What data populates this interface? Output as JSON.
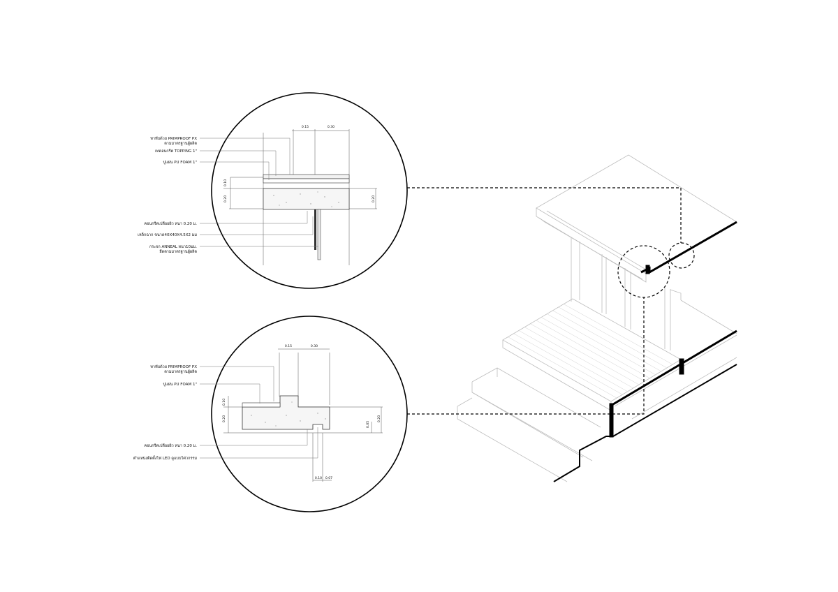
{
  "detail_top": {
    "labels": {
      "waterproof_1": "ทาทับด้วย PRIMPROOF PX",
      "waterproof_2": "ตามมาตรฐานผู้ผลิต",
      "topping": "เทคอนกรีต TOPPING 1\"",
      "pu_foam": "ปูแผ่น PU FOAM 1\"",
      "concrete": "คอนกรีตเปลือยผิว หนา 0.20 ม.",
      "steel": "เหล็กฉาก ขนาด40X40X4.5X2 มม",
      "glass_1": "กระจก ANNEAL หนา10มม.",
      "glass_2": "ยึดตามมาตรฐานผู้ผลิต"
    },
    "dims": {
      "d1": "0.15",
      "d2": "0.30",
      "d3": "0.10",
      "d4": "0.20",
      "d5": "0.20"
    }
  },
  "detail_bottom": {
    "labels": {
      "waterproof_1": "ทาทับด้วย PRIMPROOF PX",
      "waterproof_2": "ตามมาตรฐานผู้ผลิต",
      "pu_foam": "ปูแผ่น PU FOAM 1\"",
      "concrete": "คอนกรีตเปลือยผิว หนา 0.20 ม.",
      "led": "ตำแหน่งติดตั้งไฟ LED ดูแบบวิศวกรรม"
    },
    "dims": {
      "d1": "0.15",
      "d2": "0.30",
      "d3": "0.10",
      "d4": "0.20",
      "d5": "0.05",
      "d6": "0.20",
      "d7": "0.10",
      "d8": "0.07"
    }
  }
}
